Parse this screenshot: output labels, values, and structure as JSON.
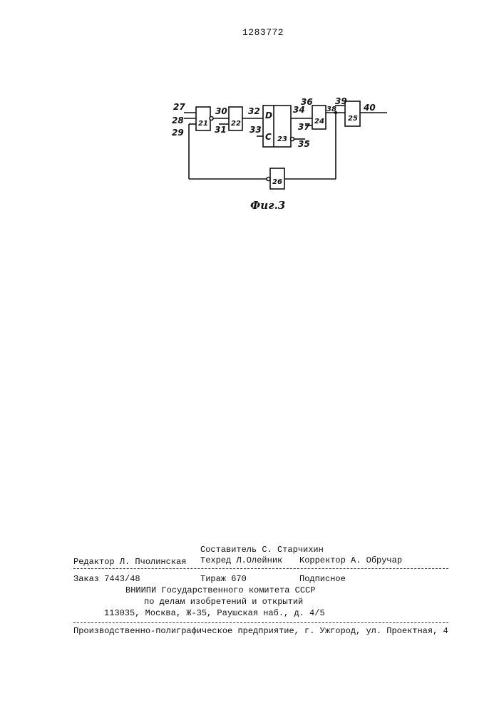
{
  "patent_number": "1283772",
  "figure": {
    "caption": "Фиг.3",
    "blocks": [
      "21",
      "22",
      "23",
      "24",
      "25",
      "26"
    ],
    "flipflop_inputs": {
      "d": "D",
      "c": "C"
    },
    "signals": [
      "27",
      "28",
      "29",
      "30",
      "31",
      "32",
      "33",
      "34",
      "35",
      "36",
      "37",
      "38",
      "39",
      "40"
    ]
  },
  "imprint": {
    "compiler": "Составитель С. Старчихин",
    "editor": "Редактор Л. Пчолинская",
    "techred": "Техред Л.Олейник",
    "corrector": "Корректор А. Обручар",
    "order": "Заказ 7443/48",
    "circulation": "Тираж 670",
    "subscription": "Подписное",
    "org_line1": "ВНИИПИ Государственного комитета СССР",
    "org_line2": "по делам изобретений и открытий",
    "address": "113035, Москва, Ж-35, Раушская наб., д. 4/5",
    "printing_house": "Производственно-полиграфическое предприятие, г. Ужгород, ул. Проектная, 4"
  }
}
